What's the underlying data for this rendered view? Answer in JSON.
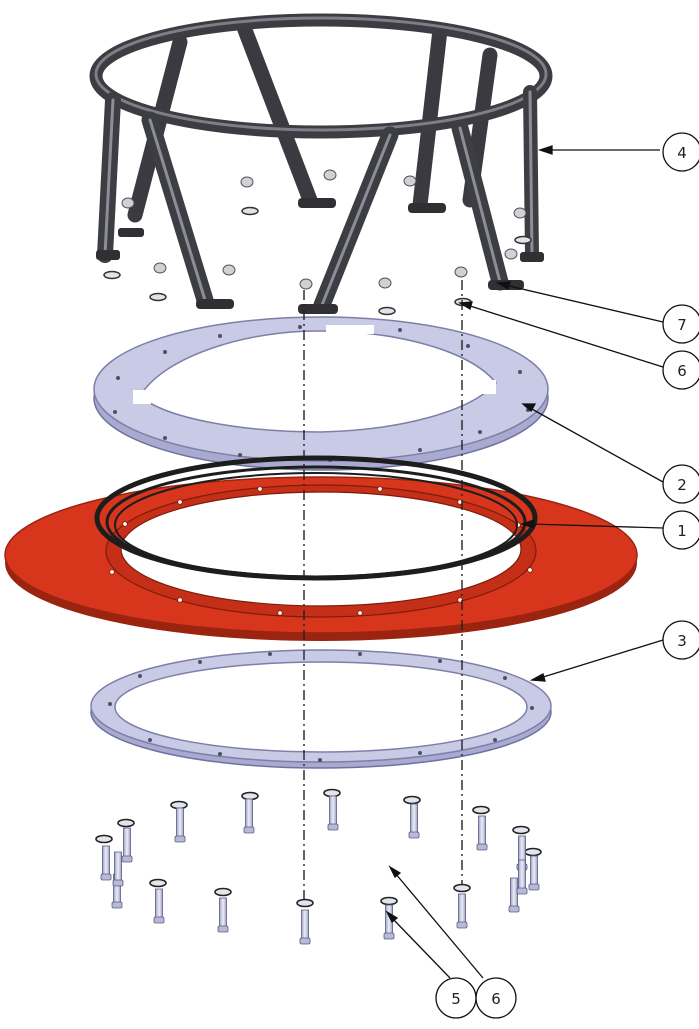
{
  "callouts": [
    {
      "id": "4",
      "label": "4"
    },
    {
      "id": "7",
      "label": "7"
    },
    {
      "id": "6a",
      "label": "6"
    },
    {
      "id": "2",
      "label": "2"
    },
    {
      "id": "1",
      "label": "1"
    },
    {
      "id": "3",
      "label": "3"
    },
    {
      "id": "5",
      "label": "5"
    },
    {
      "id": "6b",
      "label": "6"
    }
  ],
  "colors": {
    "frame": "#4a4a50",
    "frame_highlight": "#8a8a92",
    "plate": "#c9cae6",
    "plate_edge": "#7d7fa8",
    "gasket": "#d7361c",
    "gasket_edge": "#9b2410",
    "seal": "#1d1d1d",
    "bolt": "#cfd0e6"
  }
}
